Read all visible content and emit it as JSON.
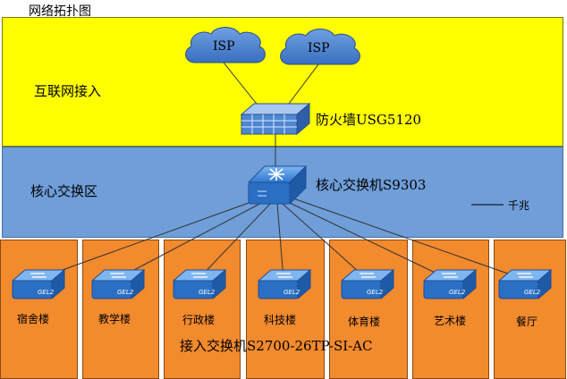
{
  "title": "网络拓扑图",
  "zones": {
    "internet": "互联网接入",
    "core": "核心交换区"
  },
  "clouds": [
    {
      "label": "ISP"
    },
    {
      "label": "ISP"
    }
  ],
  "firewall": {
    "label": "防火墙USG5120"
  },
  "core_switch": {
    "label": "核心交换机S9303"
  },
  "legend": {
    "label": "千兆"
  },
  "access": {
    "label": "接入交换机S2700-26TP-SI-AC",
    "switch_badge": "GEL2",
    "buildings": [
      "宿舍楼",
      "教学楼",
      "行政楼",
      "科技楼",
      "体育楼",
      "艺术楼",
      "餐厅"
    ]
  },
  "colors": {
    "internet_zone": "#ffff00",
    "core_zone": "#6f9ed8",
    "access_box": "#f28a2e",
    "device_blue": "#2a6fc4"
  }
}
